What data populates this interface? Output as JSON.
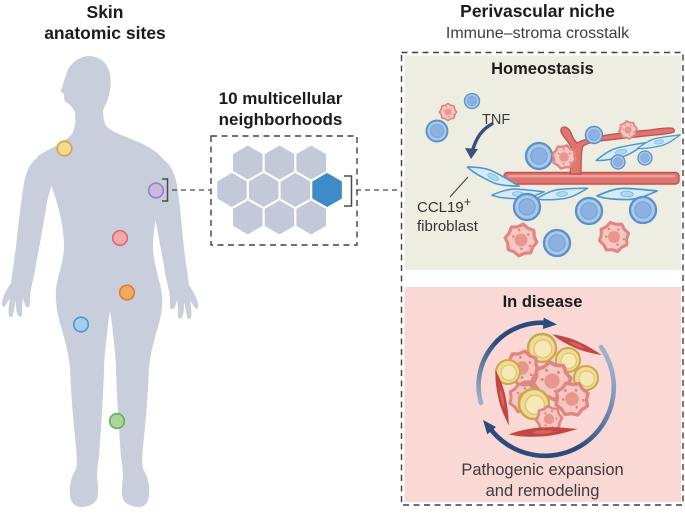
{
  "left": {
    "title_line1": "Skin",
    "title_line2": "anatomic sites",
    "body_color": "#C9CEDD",
    "sites": [
      {
        "name": "shoulder",
        "color": "#F3D988",
        "border": "#D0A64F"
      },
      {
        "name": "forearm",
        "color": "#C9BADF",
        "border": "#9A7FC1",
        "selected": true
      },
      {
        "name": "abdomen",
        "color": "#F4A8AC",
        "border": "#DD6970"
      },
      {
        "name": "hip",
        "color": "#F5A862",
        "border": "#DC7E30"
      },
      {
        "name": "knee",
        "color": "#A5CDEC",
        "border": "#4E97D6"
      },
      {
        "name": "lower-leg",
        "color": "#A9D79B",
        "border": "#64AE57"
      }
    ]
  },
  "middle": {
    "title_line1": "10 multicellular",
    "title_line2": "neighborhoods",
    "hexagon_count": 10,
    "hex_color": "#C3C9D8",
    "highlight_color": "#3E8CC7"
  },
  "right": {
    "title": "Perivascular niche",
    "subtitle": "Immune–stroma crosstalk",
    "homeostasis": {
      "label": "Homeostasis",
      "bg": "#EDEDE2",
      "tnf_label": "TNF",
      "ccl19_gene": "CCL19",
      "ccl19_sup": "+",
      "ccl19_line2": "fibroblast"
    },
    "disease": {
      "label": "In disease",
      "bg": "#F9D8D6",
      "caption_line1": "Pathogenic expansion",
      "caption_line2": "and remodeling"
    }
  },
  "palette": {
    "vessel_red": "#DE7570",
    "immune_cell_blue": "#A8CAE9",
    "immune_cell_pink": "#F6C6C1",
    "fibroblast_blue": "#D7EBF7",
    "fibroblast_red": "#C24642",
    "cell_yellow": "#F1DC92",
    "arrow_navy": "#2C4B7B"
  }
}
